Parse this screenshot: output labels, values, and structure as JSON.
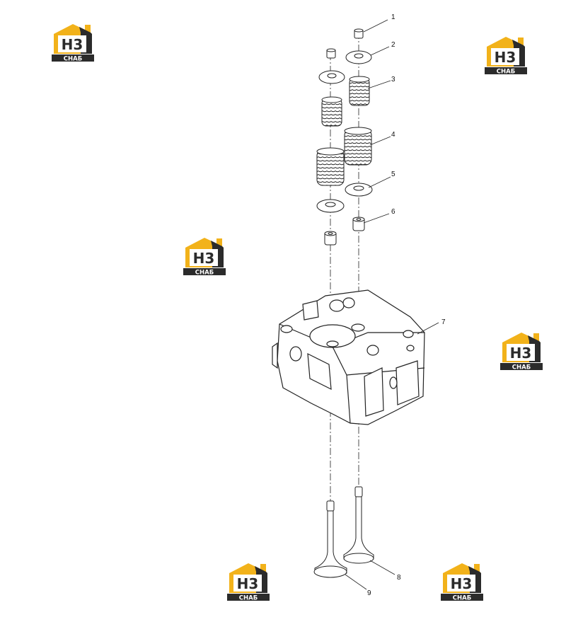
{
  "diagram": {
    "callouts": [
      "1",
      "2",
      "3",
      "4",
      "5",
      "6",
      "7",
      "8",
      "9"
    ]
  },
  "watermark": {
    "letters": "Н3",
    "text": "СНАБ",
    "colors": {
      "gold": "#F2B21A",
      "dark": "#2b2b2b",
      "white": "#ffffff"
    }
  }
}
